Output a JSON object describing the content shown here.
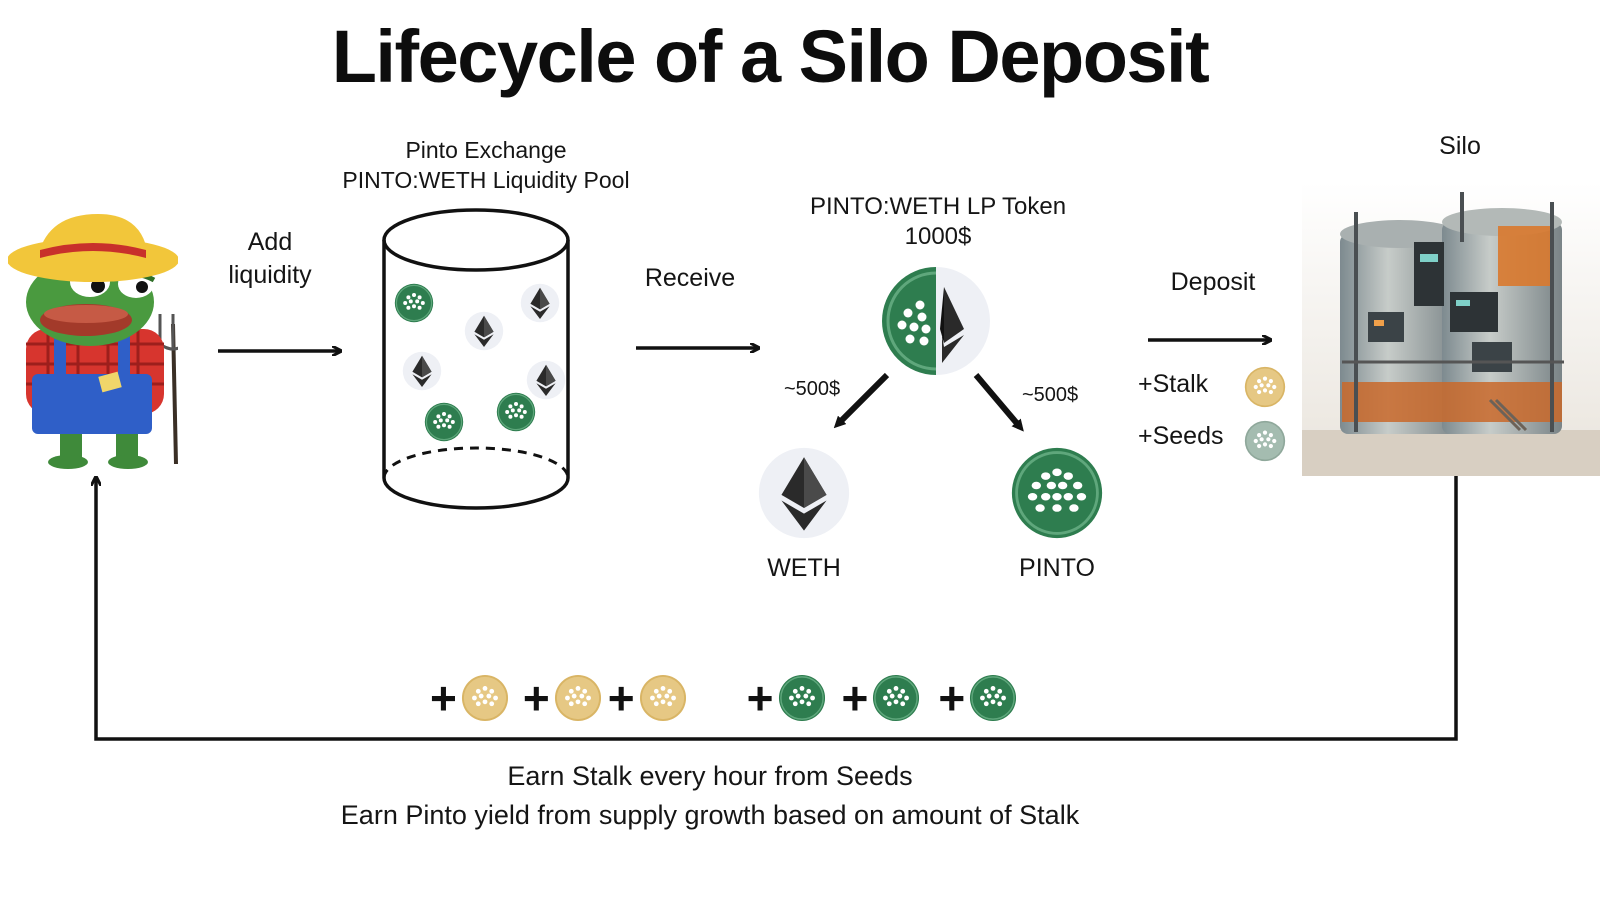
{
  "title": "Lifecycle of a Silo Deposit",
  "steps": {
    "add_liquidity": {
      "line1": "Add",
      "line2": "liquidity"
    },
    "pool": {
      "line1": "Pinto Exchange",
      "line2": "PINTO:WETH Liquidity Pool"
    },
    "receive": "Receive",
    "lp_token": {
      "line1": "PINTO:WETH LP Token",
      "line2": "1000$"
    },
    "deposit": "Deposit",
    "silo": "Silo"
  },
  "split": {
    "left_value": "~500$",
    "right_value": "~500$",
    "weth_label": "WETH",
    "pinto_label": "PINTO"
  },
  "rewards": {
    "stalk": "+Stalk",
    "seeds": "+Seeds"
  },
  "loop_plus": "+",
  "footer": {
    "line1": "Earn Stalk every hour from Seeds",
    "line2": "Earn Pinto yield from supply growth based on amount of Stalk"
  },
  "colors": {
    "pinto_green": "#2e7d4f",
    "stalk_gold": "#d9b565",
    "seeds_grey": "#8fa89b",
    "weth_bg": "#eef0f5",
    "arrow": "#111111"
  },
  "icons": [
    "frog-farmer-icon",
    "pinto-coin-icon",
    "eth-coin-icon",
    "stalk-coin-icon",
    "seeds-coin-icon",
    "silo-building-icon"
  ]
}
